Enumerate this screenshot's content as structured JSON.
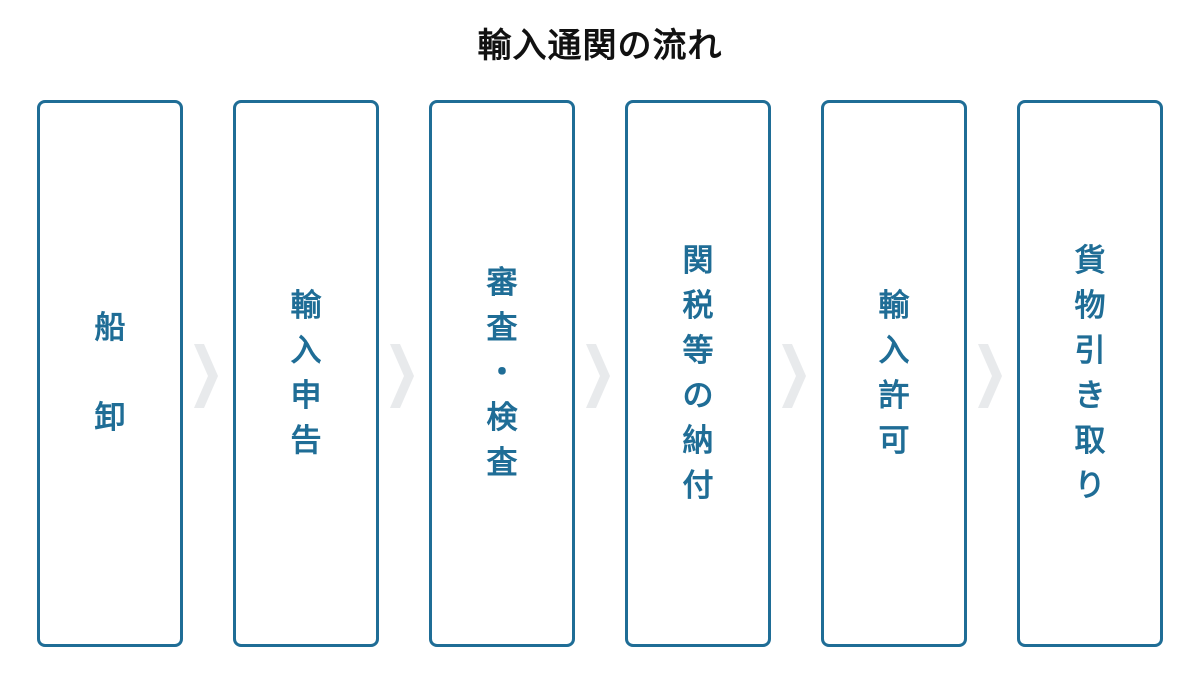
{
  "diagram": {
    "title": "輸入通関の流れ",
    "accent_color": "#1f6d96",
    "arrow_color": "#e8eaec",
    "steps": [
      {
        "label": "船卸"
      },
      {
        "label": "輸入申告"
      },
      {
        "label": "審査・検査"
      },
      {
        "label": "関税等の納付"
      },
      {
        "label": "輸入許可"
      },
      {
        "label": "貨物引き取り"
      }
    ]
  }
}
